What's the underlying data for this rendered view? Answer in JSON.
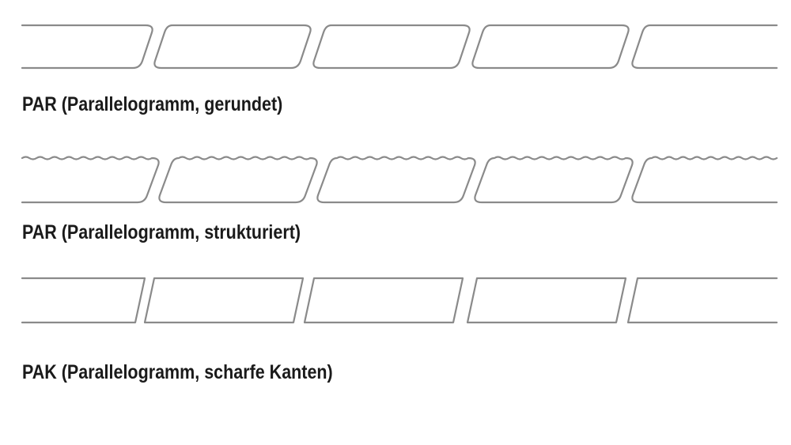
{
  "diagram": {
    "rows": [
      {
        "id": "rounded",
        "caption": "PAR (Parallelogramm, gerundet)",
        "edge": "rounded",
        "tiles": 5
      },
      {
        "id": "structured",
        "caption": "PAR (Parallelogramm, strukturiert)",
        "edge": "structured",
        "tiles": 5
      },
      {
        "id": "sharp",
        "caption": "PAK (Parallelogramm, scharfe Kanten)",
        "edge": "sharp",
        "tiles": 5
      }
    ],
    "colors": {
      "stroke": "#8a8a8a",
      "text": "#1a1a1a",
      "background": "#ffffff"
    }
  }
}
